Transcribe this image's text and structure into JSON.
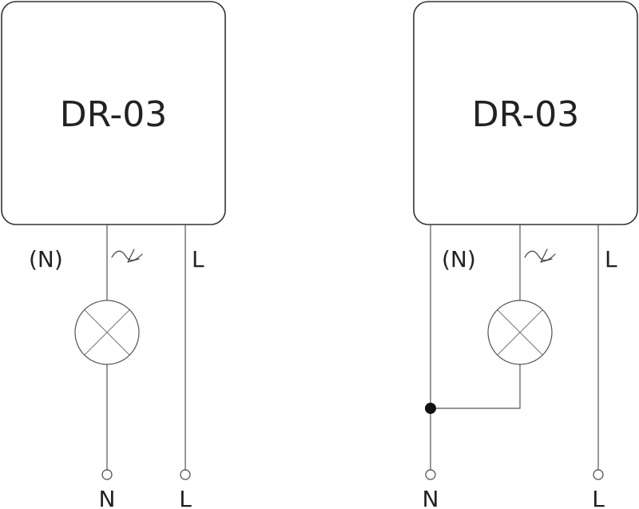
{
  "left_diagram": {
    "device_label": "DR-03",
    "neutral_label": "(N)",
    "line_label": "L",
    "terminal_n": "N",
    "terminal_l": "L"
  },
  "right_diagram": {
    "device_label": "DR-03",
    "neutral_label": "(N)",
    "line_label": "L",
    "terminal_n": "N",
    "terminal_l": "L"
  },
  "colors": {
    "line": "#555555",
    "box_border": "#333333",
    "text": "#222222"
  },
  "icons": [
    "dimmer-symbol-icon",
    "lamp-icon",
    "terminal-icon",
    "junction-dot-icon"
  ]
}
